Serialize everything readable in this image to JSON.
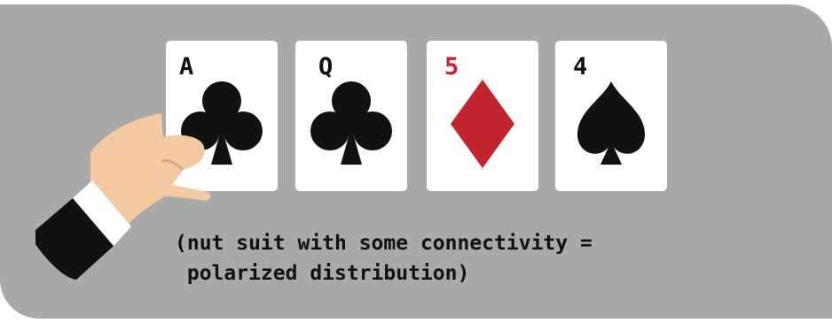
{
  "cards": [
    {
      "rank": "A",
      "suit": "club-icon",
      "color": "#111111"
    },
    {
      "rank": "Q",
      "suit": "club-icon",
      "color": "#111111"
    },
    {
      "rank": "5",
      "suit": "diamond-icon",
      "color": "#c2242f"
    },
    {
      "rank": "4",
      "suit": "spade-icon",
      "color": "#111111"
    }
  ],
  "caption": {
    "line1": "(nut suit with some connectivity =",
    "line2": " polarized distribution)"
  },
  "colors": {
    "panel": "#a9a9a9",
    "card": "#ffffff",
    "red_suit": "#c2242f",
    "skin": "#f2c9a0",
    "sleeve": "#111111"
  }
}
